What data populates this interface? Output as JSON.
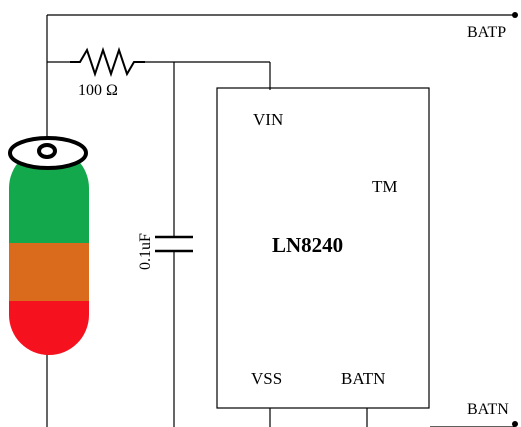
{
  "colors": {
    "wire": "#000000",
    "battery_green": "#12a84b",
    "battery_orange": "#da6a1c",
    "battery_red": "#f5121e",
    "background": "#ffffff"
  },
  "labels": {
    "batp": "BATP",
    "batn": "BATN",
    "resistor_value": "100 Ω",
    "capacitor_value": "0.1uF"
  },
  "ic": {
    "name": "LN8240",
    "pins": {
      "vin": "VIN",
      "tm": "TM",
      "vss": "VSS",
      "batn": "BATN"
    }
  },
  "icons": {
    "battery": "battery-icon",
    "resistor": "resistor-icon",
    "capacitor": "capacitor-icon",
    "terminal_dot": "terminal-dot-icon"
  }
}
